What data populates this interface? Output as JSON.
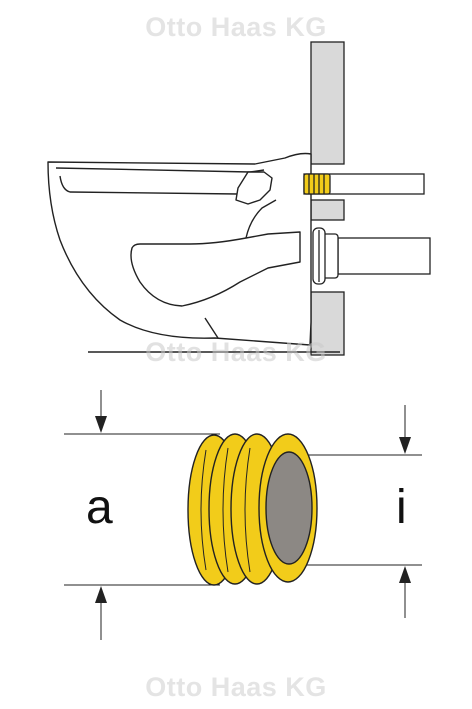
{
  "watermark": {
    "top": "Otto Haas KG",
    "middle": "Otto Haas KG",
    "bottom": "Otto Haas KG"
  },
  "labels": {
    "outer_diameter": "a",
    "inner_diameter": "i"
  },
  "colors": {
    "sleeve_yellow": "#f2cc1a",
    "sleeve_outline": "#222222",
    "bore_gray": "#8c8884",
    "wall_gray": "#d9d9d9",
    "line": "#222222"
  }
}
